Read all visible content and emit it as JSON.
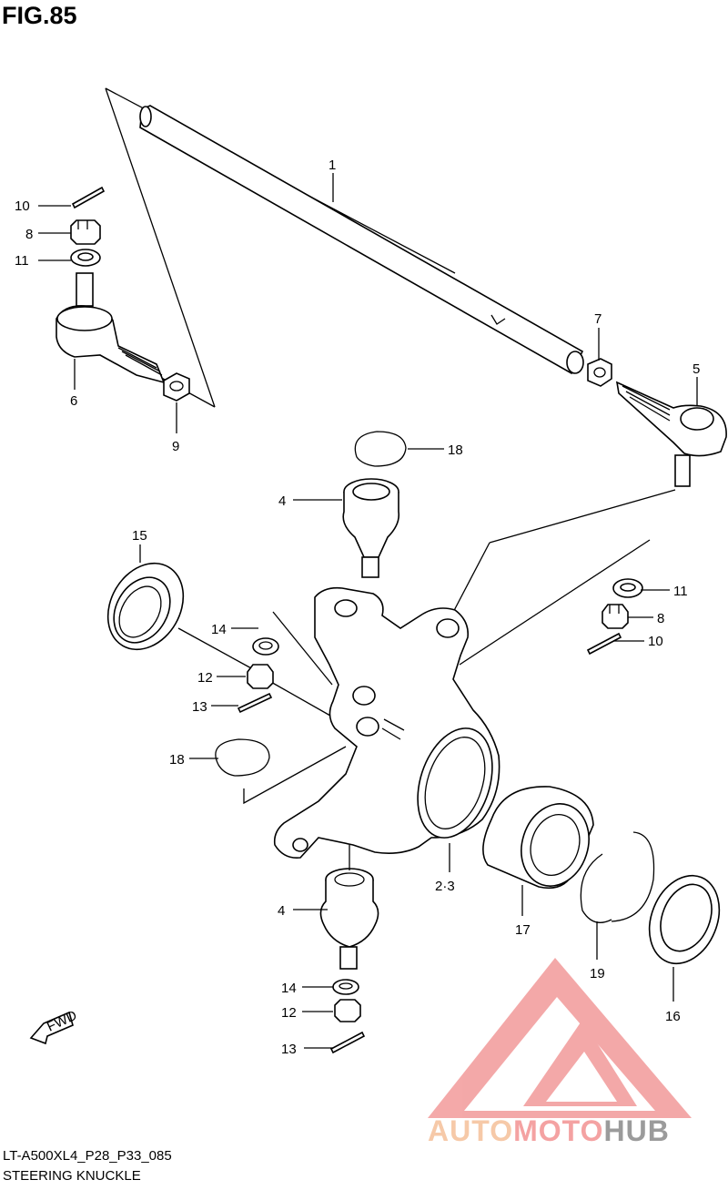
{
  "figure": {
    "title": "FIG.85",
    "model_code": "LT-A500XL4_P28_P33_085",
    "name": "STEERING KNUCKLE"
  },
  "callouts": [
    {
      "id": "c1",
      "label": "1"
    },
    {
      "id": "c2-3",
      "label": "2·3"
    },
    {
      "id": "c4-top",
      "label": "4"
    },
    {
      "id": "c4-bot",
      "label": "4"
    },
    {
      "id": "c5",
      "label": "5"
    },
    {
      "id": "c6",
      "label": "6"
    },
    {
      "id": "c7",
      "label": "7"
    },
    {
      "id": "c8-left",
      "label": "8"
    },
    {
      "id": "c8-right",
      "label": "8"
    },
    {
      "id": "c9",
      "label": "9"
    },
    {
      "id": "c10-left",
      "label": "10"
    },
    {
      "id": "c10-right",
      "label": "10"
    },
    {
      "id": "c11-left",
      "label": "11"
    },
    {
      "id": "c11-right",
      "label": "11"
    },
    {
      "id": "c12-mid",
      "label": "12"
    },
    {
      "id": "c12-bot",
      "label": "12"
    },
    {
      "id": "c13-mid",
      "label": "13"
    },
    {
      "id": "c13-bot",
      "label": "13"
    },
    {
      "id": "c14-mid",
      "label": "14"
    },
    {
      "id": "c14-bot",
      "label": "14"
    },
    {
      "id": "c15",
      "label": "15"
    },
    {
      "id": "c16",
      "label": "16"
    },
    {
      "id": "c17",
      "label": "17"
    },
    {
      "id": "c18-top",
      "label": "18"
    },
    {
      "id": "c18-mid",
      "label": "18"
    },
    {
      "id": "c19",
      "label": "19"
    }
  ],
  "direction_badge": "FWD",
  "watermark": {
    "auto": "AUTO",
    "moto": "MOTO",
    "hub": "HUB",
    "colors": {
      "auto": "#f6c9a8",
      "moto": "#f4a2a2",
      "hub": "#9b9b9b",
      "logo": "#f29a9a"
    }
  }
}
